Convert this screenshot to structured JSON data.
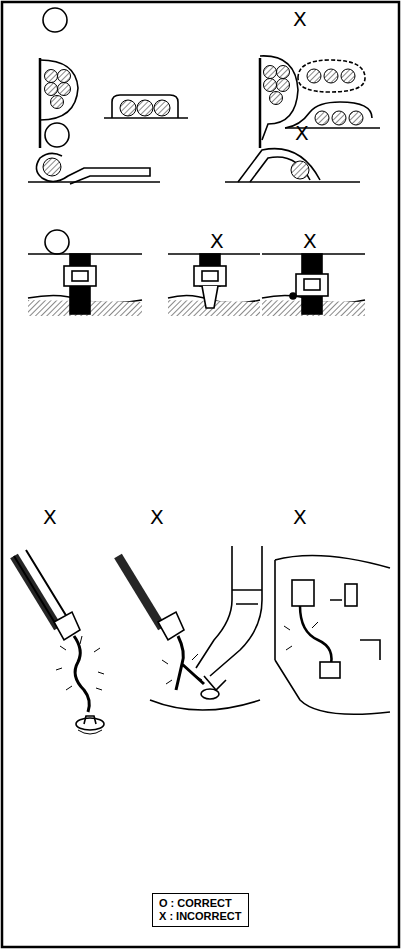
{
  "diagram": {
    "nodes": [
      {
        "text": [
          "O : CORRECT",
          "X : INCORRECT"
        ]
      }
    ],
    "labels": [
      "X",
      "X",
      "X",
      "X",
      "X",
      "X",
      "X"
    ]
  }
}
